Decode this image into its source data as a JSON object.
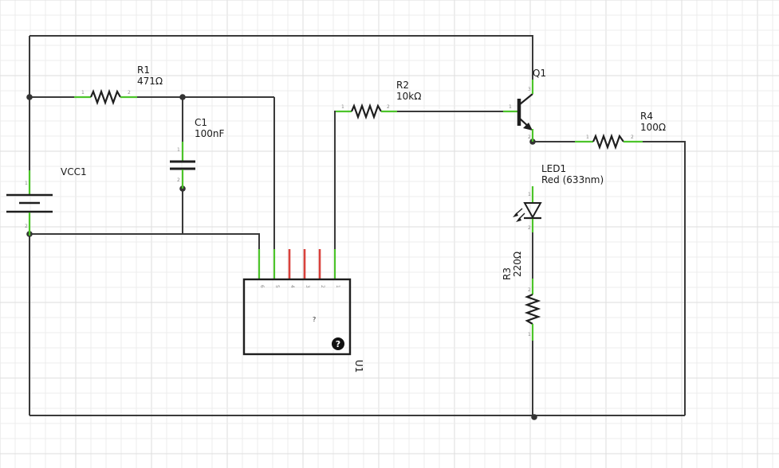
{
  "components": {
    "r1": {
      "ref": "R1",
      "value": "471Ω"
    },
    "r2": {
      "ref": "R2",
      "value": "10kΩ"
    },
    "r3": {
      "ref": "R3",
      "value": "220Ω"
    },
    "r4": {
      "ref": "R4",
      "value": "100Ω"
    },
    "c1": {
      "ref": "C1",
      "value": "100nF"
    },
    "vcc1": {
      "ref": "VCC1"
    },
    "q1": {
      "ref": "Q1"
    },
    "led1": {
      "ref": "LED1",
      "value": "Red (633nm)"
    },
    "u1": {
      "ref": "U1",
      "unknown_mark": "?",
      "pins": [
        "6",
        "5",
        "4",
        "3",
        "2",
        "1"
      ]
    }
  },
  "pin_numbers": {
    "one": "1",
    "two": "2"
  },
  "colors": {
    "wire": "#3a3a3a",
    "pin": "#4cc42a",
    "unconnected_pin": "#d9413c",
    "grid": "#ececec"
  },
  "icons": {
    "part_unknown": "question-mark-circle-icon"
  }
}
